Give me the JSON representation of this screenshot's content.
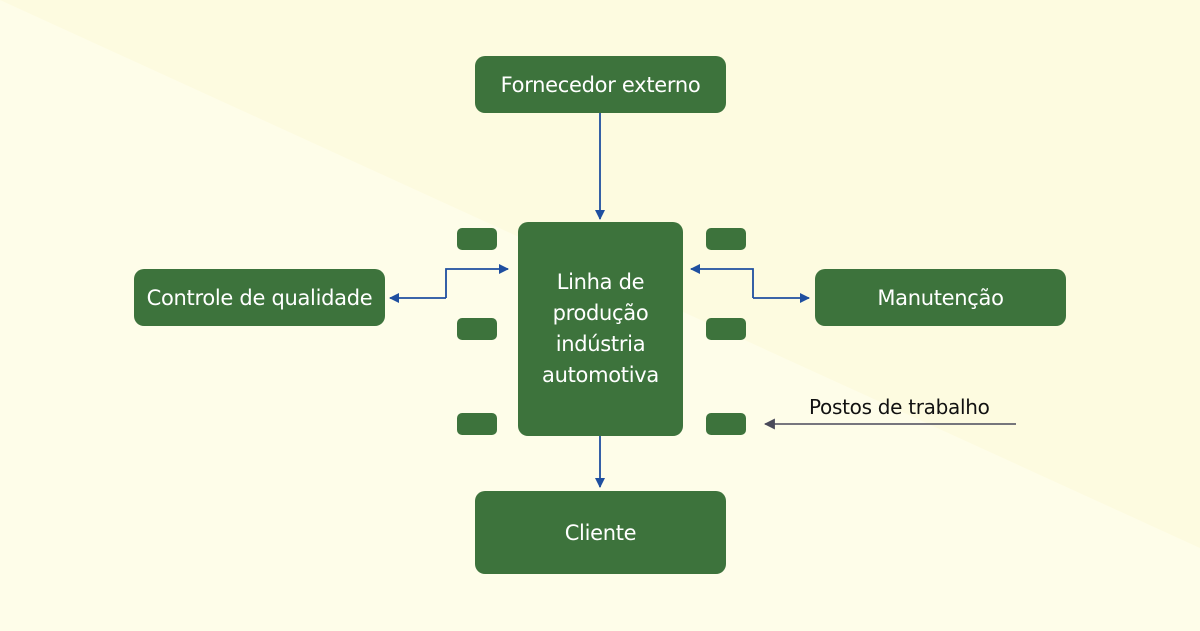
{
  "nodes": {
    "supplier": "Fornecedor externo",
    "production_line": "Linha de\nprodução\nindústria\nautomotiva",
    "quality_control": "Controle de qualidade",
    "maintenance": "Manutenção",
    "client": "Cliente"
  },
  "annotations": {
    "workstations": "Postos de trabalho"
  },
  "colors": {
    "background": "#fefde9",
    "box_fill": "#3d733c",
    "box_text": "#ffffff",
    "flow_arrow": "#1f4fa0",
    "pointer_arrow": "#4a4a5a"
  }
}
